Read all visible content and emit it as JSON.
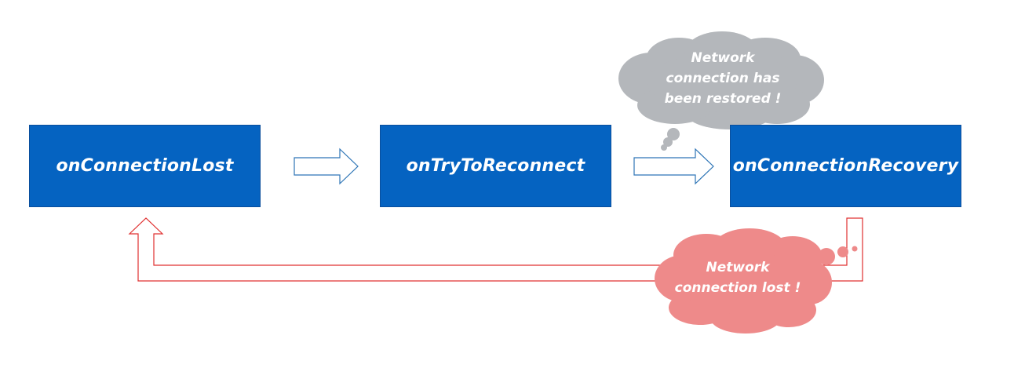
{
  "states": [
    {
      "label": "onConnectionLost"
    },
    {
      "label": "onTryToReconnect"
    },
    {
      "label": "onConnectionRecovery"
    }
  ],
  "clouds": {
    "restored": {
      "line1": "Network",
      "line2": "connection has",
      "line3": "been restored !"
    },
    "lost": {
      "line1": "Network",
      "line2": "connection lost !"
    }
  },
  "colors": {
    "box_fill": "#0563c1",
    "arrow_stroke": "#2e75b6",
    "loop_arrow": "#e03030",
    "cloud_gray": "#b4b7bb",
    "cloud_red": "#ee8a8a"
  }
}
